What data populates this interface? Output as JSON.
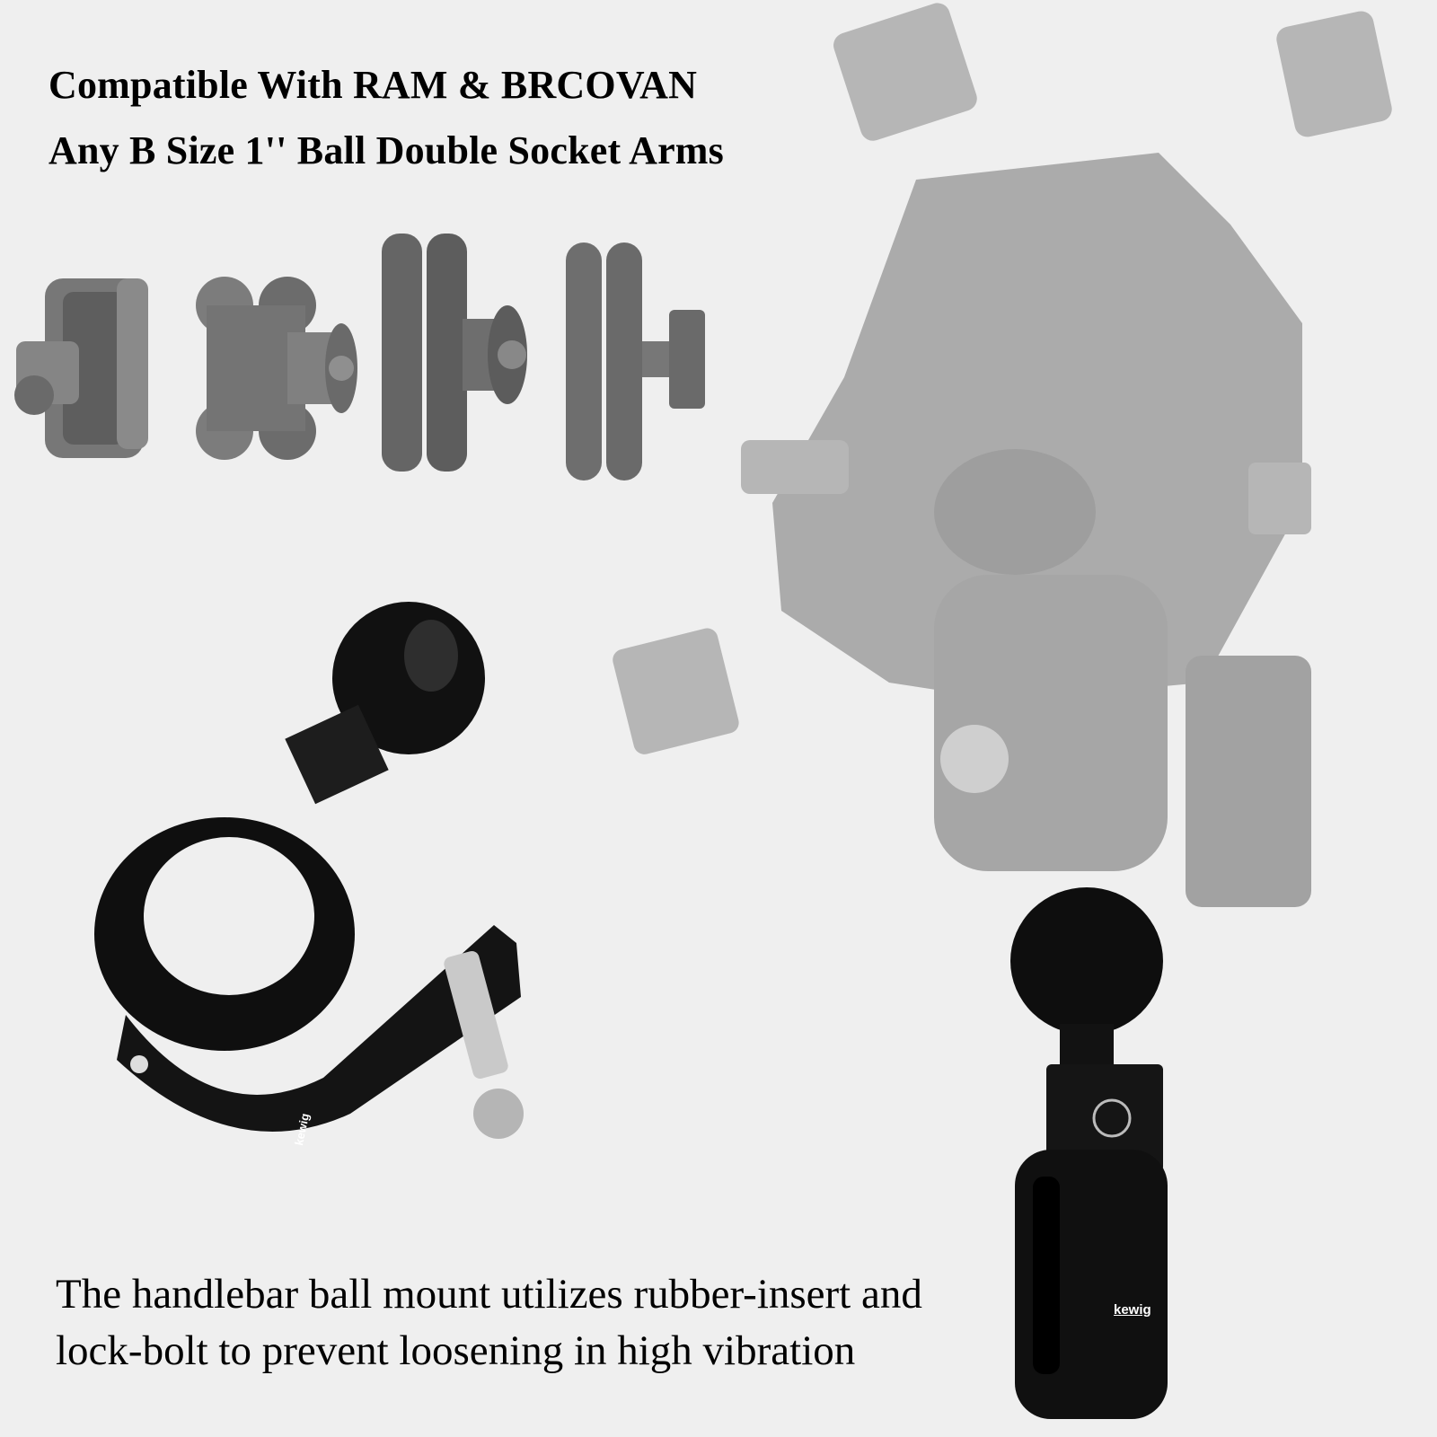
{
  "heading": {
    "line1": "Compatible With RAM & BRCOVAN",
    "line2": "Any B Size 1'' Ball Double Socket Arms"
  },
  "caption": {
    "line1": "The handlebar ball mount utilizes rubber-insert and",
    "line2": "lock-bolt to prevent loosening in high vibration"
  },
  "products": {
    "socket_arms": [
      {
        "name": "short socket arm with knob"
      },
      {
        "name": "short double socket arm"
      },
      {
        "name": "medium double socket arm"
      },
      {
        "name": "long double socket arm"
      }
    ],
    "clamp_mount_left": {
      "brand_label": "kewig"
    },
    "clamp_mount_right": {
      "brand_label": "kewig"
    },
    "phone_holder": {
      "name": "phone cradle holder (faded)"
    }
  },
  "colors": {
    "background": "#efefef",
    "text": "#000000",
    "metal_black": "#151515",
    "faded_grey": "#b4b4b4",
    "arm_grey": "#6e6e6e"
  }
}
